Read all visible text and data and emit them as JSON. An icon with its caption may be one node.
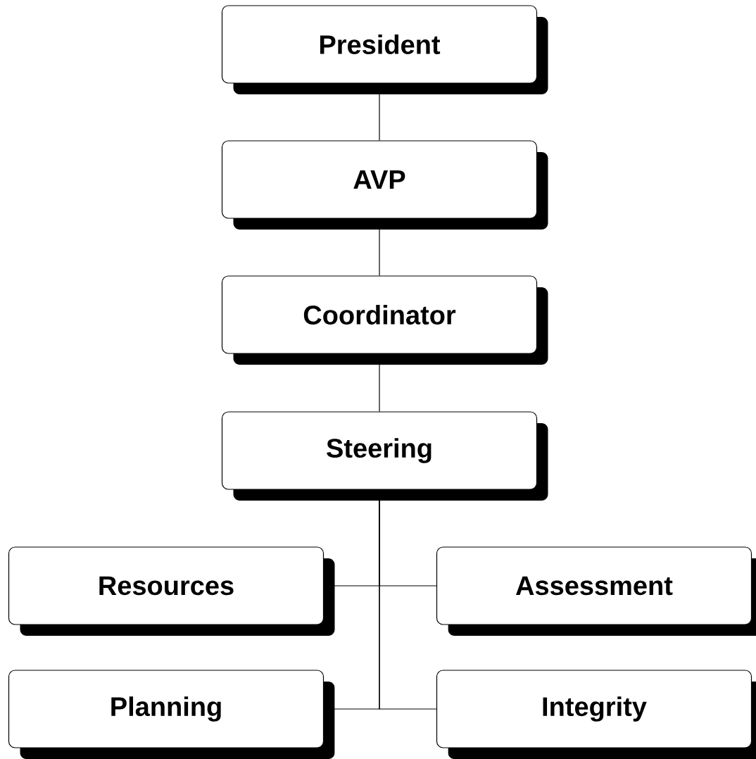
{
  "diagram": {
    "nodes": [
      {
        "text": [
          "President"
        ]
      },
      {
        "text": [
          "AVP"
        ]
      },
      {
        "text": [
          "Coordinator"
        ]
      },
      {
        "text": [
          "Steering"
        ]
      },
      {
        "text": [
          "Resources"
        ]
      },
      {
        "text": [
          "Assessment"
        ]
      },
      {
        "text": [
          "Planning"
        ]
      },
      {
        "text": [
          "Integrity"
        ]
      }
    ],
    "edges": [
      {
        "from": 0,
        "to": 1,
        "arrow": "none"
      },
      {
        "from": 1,
        "to": 2,
        "arrow": "none"
      },
      {
        "from": 2,
        "to": 3,
        "arrow": "none"
      },
      {
        "from": 3,
        "to": 4,
        "arrow": "none"
      },
      {
        "from": 3,
        "to": 5,
        "arrow": "none"
      },
      {
        "from": 3,
        "to": 6,
        "arrow": "none"
      },
      {
        "from": 3,
        "to": 7,
        "arrow": "none"
      }
    ]
  }
}
